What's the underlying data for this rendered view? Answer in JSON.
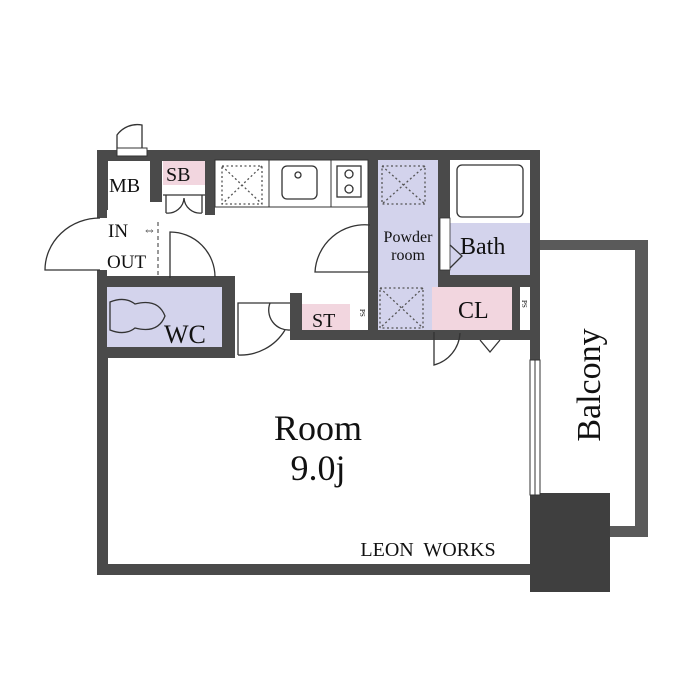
{
  "plan": {
    "rooms": {
      "mb": "MB",
      "sb": "SB",
      "in": "IN",
      "out": "OUT",
      "wc": "WC",
      "st": "ST",
      "ps_left": "PS",
      "ps_right": "PS",
      "powder_line1": "Powder",
      "powder_line2": "room",
      "bath": "Bath",
      "cl": "CL",
      "balcony": "Balcony",
      "room_name": "Room",
      "room_size": "9.0j"
    },
    "brand": "LEON  WORKS"
  },
  "colors": {
    "wall": "#4a4a4a",
    "wet_area": "#d3d3ec",
    "storage": "#f2d6df"
  }
}
